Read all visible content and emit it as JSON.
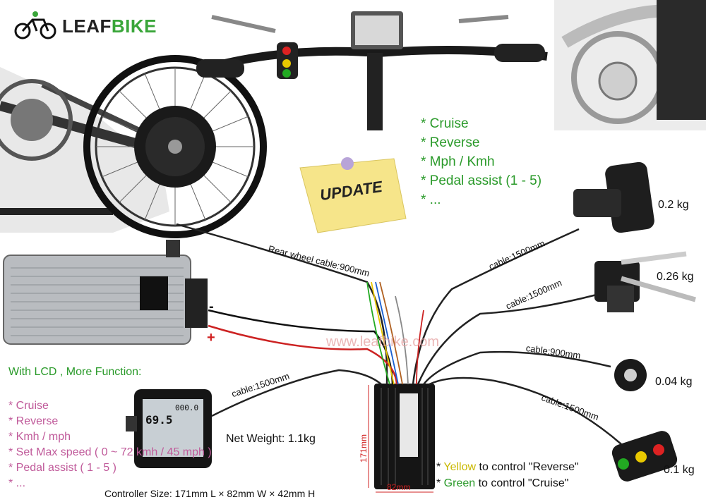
{
  "brand": {
    "leaf": "LEAF",
    "bike": "BIKE"
  },
  "update_note": "UPDATE",
  "top_features": [
    "* Cruise",
    "* Reverse",
    "* Mph / Kmh",
    "* Pedal assist (1 - 5)",
    "* ..."
  ],
  "weights": {
    "throttle": "0.2 kg",
    "brake": "0.26 kg",
    "pas": "0.04 kg",
    "switch": "0.1 kg"
  },
  "cables": {
    "rear_wheel": "Rear wheel cable:900mm",
    "throttle": "cable:1500mm",
    "brake": "cable:1500mm",
    "pas": "cable:900mm",
    "switch": "cable:1500mm",
    "lcd": "cable:1500mm"
  },
  "battery": {
    "minus": "-",
    "plus": "+"
  },
  "watermark": "www.leafbike.com",
  "lcd_section": {
    "heading": "With LCD , More Function:",
    "features": [
      "* Cruise",
      "* Reverse",
      "* Kmh / mph",
      "* Set Max speed ( 0 ~ 72 kmh / 45 mph )",
      "* Pedal assist ( 1 - 5 )",
      "* ..."
    ],
    "display_speed": "69.5",
    "display_odo": "000.0"
  },
  "net_weight": "Net Weight: 1.1kg",
  "controller": {
    "size": "Controller Size: 171mm L × 82mm W × 42mm H",
    "height_dim": "171mm",
    "width_dim": "82mm"
  },
  "notes": {
    "yellow_prefix": "* ",
    "yellow_word": "Yellow",
    "yellow_rest": " to control \"Reverse\"",
    "green_prefix": "* ",
    "green_word": "Green",
    "green_rest": " to control \"Cruise\""
  },
  "colors": {
    "feature_green": "#2a9a2a",
    "lcd_pink": "#c05a9a",
    "dim_red": "#d12020"
  }
}
